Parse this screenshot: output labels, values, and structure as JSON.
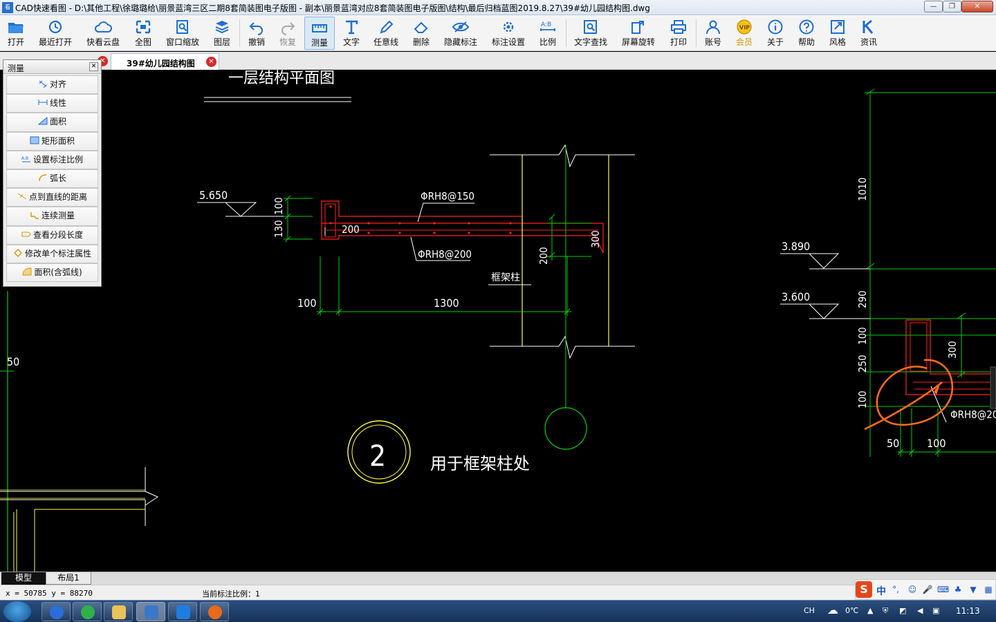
{
  "window": {
    "title": "CAD快速看图 - D:\\其他工程\\徐璐璐给\\丽景蓝湾三区二期8套简装图电子版图 - 副本\\丽景蓝湾对应8套简装图电子版图\\结构\\最后归档蓝图2019.8.27\\39#幼儿园结构图.dwg",
    "app_icon": "cad-app-icon"
  },
  "toolbar": {
    "items": [
      {
        "label": "打开",
        "icon": "folder-open-icon"
      },
      {
        "label": "最近打开",
        "icon": "history-icon"
      },
      {
        "label": "快看云盘",
        "icon": "cloud-icon"
      },
      {
        "label": "全图",
        "icon": "fit-all-icon"
      },
      {
        "label": "窗口缩放",
        "icon": "window-zoom-icon"
      },
      {
        "label": "图层",
        "icon": "layers-icon"
      },
      {
        "label": "撤销",
        "icon": "undo-icon"
      },
      {
        "label": "恢复",
        "icon": "redo-icon"
      },
      {
        "label": "测量",
        "icon": "measure-icon"
      },
      {
        "label": "文字",
        "icon": "text-icon"
      },
      {
        "label": "任意线",
        "icon": "pen-icon"
      },
      {
        "label": "删除",
        "icon": "eraser-icon"
      },
      {
        "label": "隐藏标注",
        "icon": "eye-icon"
      },
      {
        "label": "标注设置",
        "icon": "annotation-settings-icon"
      },
      {
        "label": "比例",
        "icon": "scale-icon"
      },
      {
        "label": "文字查找",
        "icon": "text-search-icon"
      },
      {
        "label": "屏幕旋转",
        "icon": "rotate-screen-icon"
      },
      {
        "label": "打印",
        "icon": "printer-icon"
      },
      {
        "label": "账号",
        "icon": "user-icon"
      },
      {
        "label": "会员",
        "icon": "vip-icon"
      },
      {
        "label": "关于",
        "icon": "info-icon"
      },
      {
        "label": "帮助",
        "icon": "help-icon"
      },
      {
        "label": "风格",
        "icon": "style-icon"
      },
      {
        "label": "资讯",
        "icon": "news-icon"
      }
    ],
    "active": "测量",
    "disabled": [
      "恢复"
    ]
  },
  "document_tab": {
    "label": "39#幼儿园结构图"
  },
  "measure_panel": {
    "title": "测量",
    "items": [
      {
        "label": "对齐",
        "icon": "aligned-dim-icon"
      },
      {
        "label": "线性",
        "icon": "linear-dim-icon"
      },
      {
        "label": "面积",
        "icon": "area-icon"
      },
      {
        "label": "矩形面积",
        "icon": "rect-area-icon"
      },
      {
        "label": "设置标注比例",
        "icon": "scale-set-icon"
      },
      {
        "label": "弧长",
        "icon": "arc-length-icon"
      },
      {
        "label": "点到直线的距离",
        "icon": "point-line-distance-icon"
      },
      {
        "label": "连续测量",
        "icon": "continuous-measure-icon"
      },
      {
        "label": "查看分段长度",
        "icon": "segment-length-icon"
      },
      {
        "label": "修改单个标注属性",
        "icon": "edit-dim-icon"
      },
      {
        "label": "面积(含弧线)",
        "icon": "arc-area-icon"
      }
    ]
  },
  "drawing": {
    "title_partial": "一层结构平面图",
    "elevations": [
      "5.650",
      "3.890",
      "3.600"
    ],
    "rebar_labels": [
      "ΦRH8@150",
      "ΦRH8@200",
      "ΦRH8@20"
    ],
    "dims_left": [
      "100",
      "130",
      "200",
      "100",
      "1300",
      "200",
      "300"
    ],
    "column_label": "框架柱",
    "detail_number": "2",
    "detail_caption": "用于框架柱处",
    "dims_right": [
      "1010",
      "290",
      "100",
      "250",
      "100",
      "300",
      "50",
      "100"
    ],
    "left_edge_dim": "50"
  },
  "layout_tabs": {
    "model": "模型",
    "layout1": "布局1"
  },
  "statusbar": {
    "coords": "x = 50785  y = 88270",
    "scale": "当前标注比例：1"
  },
  "ime": {
    "logo": "S",
    "mode": "中"
  },
  "taskbar": {
    "lang": "CH",
    "weather": "0℃",
    "time": "11:13"
  },
  "colors": {
    "cad_background": "#000000",
    "beam_red": "#ff2020",
    "dim_green": "#00d000",
    "yellow_line": "#ffff40",
    "white_text": "#ffffff",
    "highlight_orange": "#ff6a1a"
  }
}
